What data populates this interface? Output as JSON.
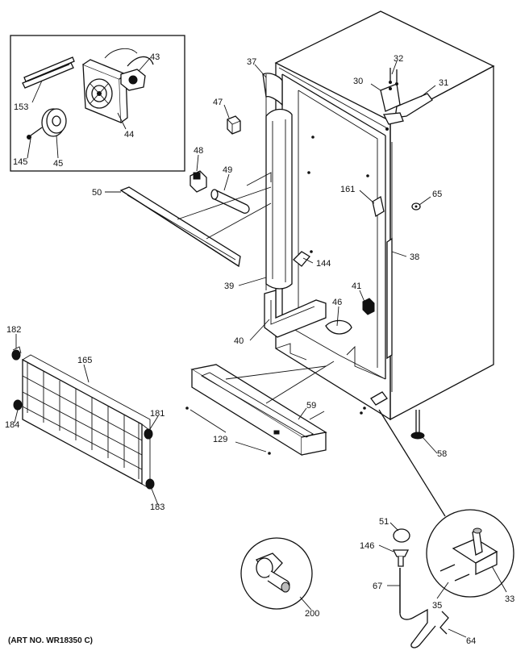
{
  "caption": "(ART NO. WR18350 C)",
  "callouts": [
    {
      "id": "c43",
      "label": "43"
    },
    {
      "id": "c153",
      "label": "153"
    },
    {
      "id": "c44",
      "label": "44"
    },
    {
      "id": "c145",
      "label": "145"
    },
    {
      "id": "c45",
      "label": "45"
    },
    {
      "id": "c37",
      "label": "37"
    },
    {
      "id": "c47",
      "label": "47"
    },
    {
      "id": "c48",
      "label": "48"
    },
    {
      "id": "c49",
      "label": "49"
    },
    {
      "id": "c50",
      "label": "50"
    },
    {
      "id": "c32",
      "label": "32"
    },
    {
      "id": "c30",
      "label": "30"
    },
    {
      "id": "c31",
      "label": "31"
    },
    {
      "id": "c161",
      "label": "161"
    },
    {
      "id": "c65",
      "label": "65"
    },
    {
      "id": "c38",
      "label": "38"
    },
    {
      "id": "c144",
      "label": "144"
    },
    {
      "id": "c39",
      "label": "39"
    },
    {
      "id": "c41",
      "label": "41"
    },
    {
      "id": "c46",
      "label": "46"
    },
    {
      "id": "c40",
      "label": "40"
    },
    {
      "id": "c182",
      "label": "182"
    },
    {
      "id": "c165",
      "label": "165"
    },
    {
      "id": "c59",
      "label": "59"
    },
    {
      "id": "c181",
      "label": "181"
    },
    {
      "id": "c184",
      "label": "184"
    },
    {
      "id": "c129",
      "label": "129"
    },
    {
      "id": "c58",
      "label": "58"
    },
    {
      "id": "c183",
      "label": "183"
    },
    {
      "id": "c51",
      "label": "51"
    },
    {
      "id": "c146",
      "label": "146"
    },
    {
      "id": "c67",
      "label": "67"
    },
    {
      "id": "c35",
      "label": "35"
    },
    {
      "id": "c33",
      "label": "33"
    },
    {
      "id": "c200",
      "label": "200"
    },
    {
      "id": "c64",
      "label": "64"
    }
  ]
}
